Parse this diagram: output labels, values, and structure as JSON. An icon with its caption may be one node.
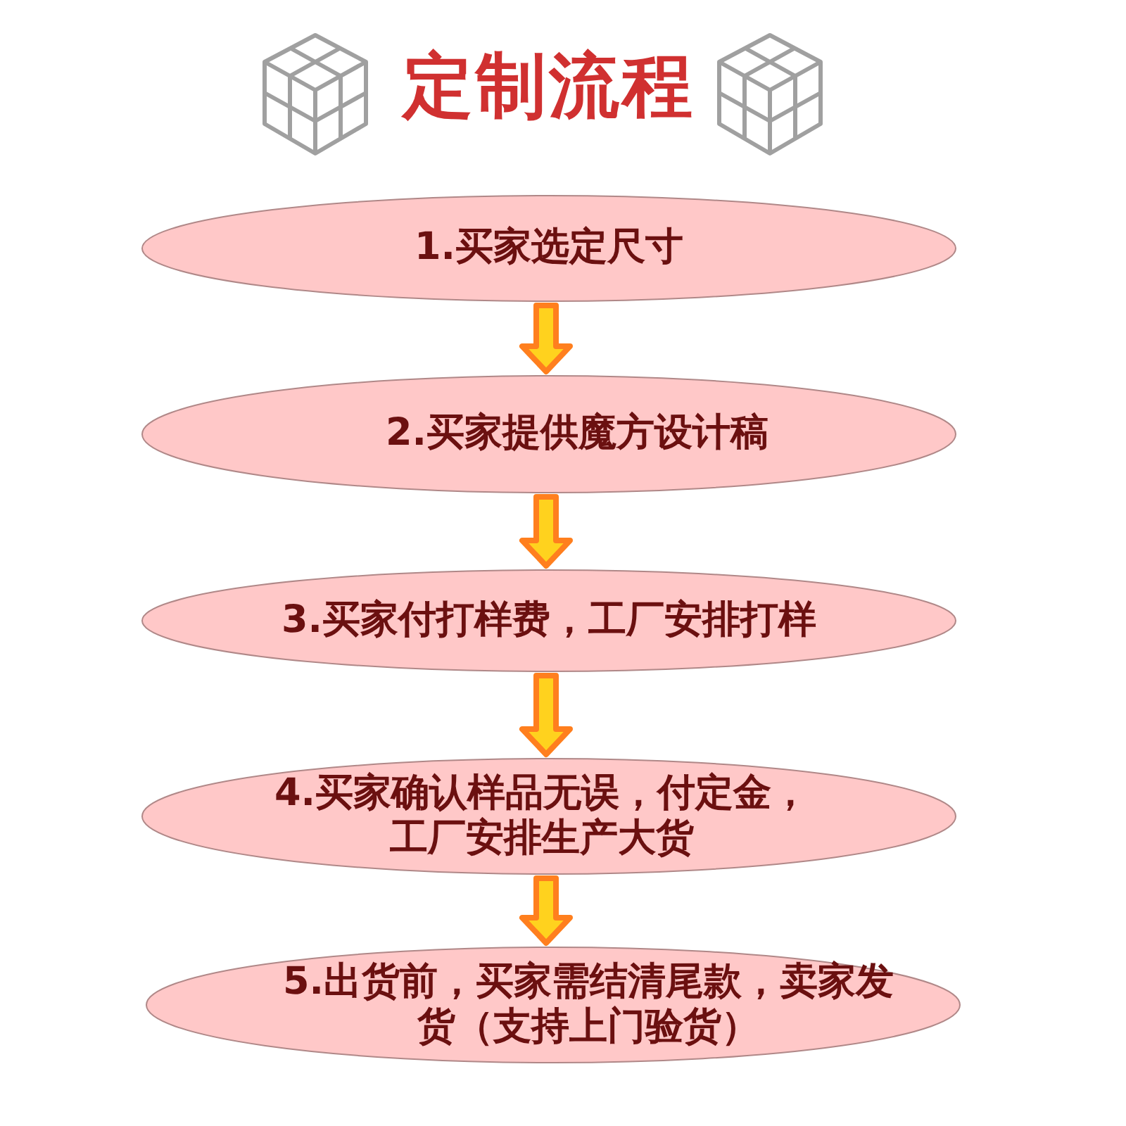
{
  "diagram": {
    "title": "定制流程",
    "nodes": [
      {
        "text": [
          "1.买家选定尺寸"
        ]
      },
      {
        "text": [
          "2.买家提供魔方设计稿"
        ]
      },
      {
        "text": [
          "3.买家付打样费，工厂安排打样"
        ]
      },
      {
        "text": [
          "4.买家确认样品无误，付定金，工厂安排生产大货"
        ]
      },
      {
        "text": [
          "5.出货前，买家需结清尾款，卖家发货（支持上门验货）"
        ]
      }
    ],
    "edges": [
      {
        "from": 0,
        "to": 1,
        "arrow": "to"
      },
      {
        "from": 1,
        "to": 2,
        "arrow": "to"
      },
      {
        "from": 2,
        "to": 3,
        "arrow": "to"
      },
      {
        "from": 3,
        "to": 4,
        "arrow": "to"
      }
    ]
  }
}
